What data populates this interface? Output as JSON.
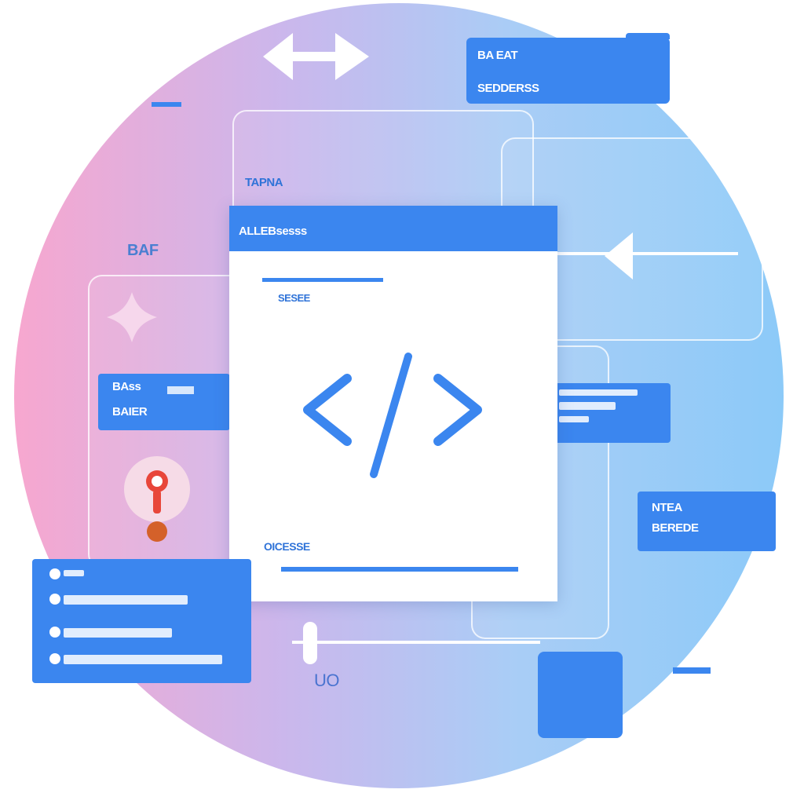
{
  "colors": {
    "accent": "#3b86ef",
    "gradient_left": "#f7a7cf",
    "gradient_right": "#8ccaf8",
    "alert": "#e8463a"
  },
  "icons": [
    "double-arrow-icon",
    "plus-star-icon",
    "location-pin-icon",
    "code-icon",
    "arrow-left-icon",
    "slider-handle-icon"
  ],
  "top_card": {
    "line1": "BA EAT",
    "line2": "SEDDERSS"
  },
  "back_panel_label": "TAPNA",
  "side_label": "BAF",
  "main_window": {
    "header_label": "ALLEBsesss",
    "label_top": "SESEE",
    "label_bottom": "OICESSE"
  },
  "left_card": {
    "line1": "BAss",
    "line2": "BAIER"
  },
  "right_card_1": {
    "line1": "NTEA",
    "line2": "BEREDE"
  },
  "bottom_label": "UO"
}
